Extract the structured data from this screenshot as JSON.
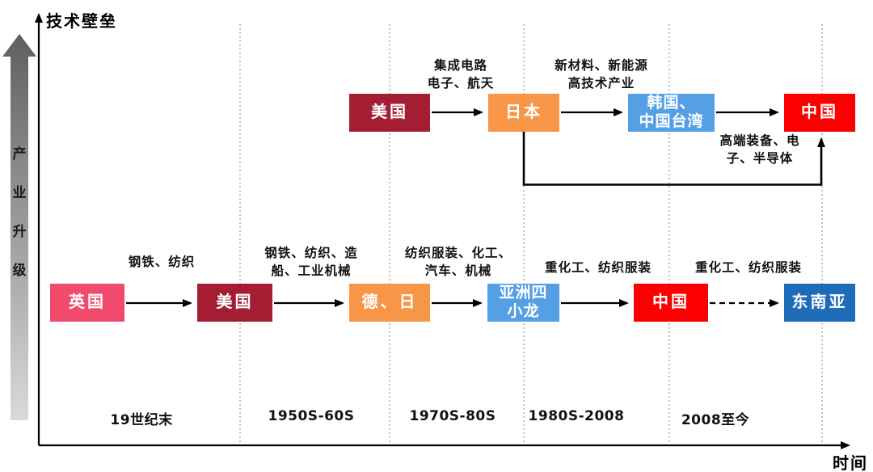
{
  "axes": {
    "y_axis_label": "技术壁垒",
    "x_axis_label": "时间",
    "upgrade_arrow_label": "产\n业\n升\n级"
  },
  "time_periods": [
    "19世纪末",
    "1950S-60S",
    "1970S-80S",
    "1980S-2008",
    "2008至今"
  ],
  "top_chain": {
    "nodes": [
      {
        "label": "美国",
        "color": "#A41E33"
      },
      {
        "label": "日本",
        "color": "#F79646"
      },
      {
        "label": "韩国、\n中国台湾",
        "color": "#55A0E5"
      },
      {
        "label": "中国",
        "color": "#FB0000"
      }
    ],
    "transfer_labels": [
      "集成电路\n电子、航天",
      "新材料、新能源\n高技术产业",
      "高端装备、电\n子、半导体"
    ]
  },
  "bottom_chain": {
    "nodes": [
      {
        "label": "英国",
        "color": "#F04A6D"
      },
      {
        "label": "美国",
        "color": "#A41E33"
      },
      {
        "label": "德、日",
        "color": "#F79646"
      },
      {
        "label": "亚洲四\n小龙",
        "color": "#55A0E5"
      },
      {
        "label": "中国",
        "color": "#FB0000"
      },
      {
        "label": "东南亚",
        "color": "#1E6BB8"
      }
    ],
    "transfer_labels": [
      "钢铁、纺织",
      "钢铁、纺织、造\n船、工业机械",
      "纺织服装、化工、\n汽车、机械",
      "重化工、纺织服装",
      "重化工、纺织服装"
    ]
  }
}
